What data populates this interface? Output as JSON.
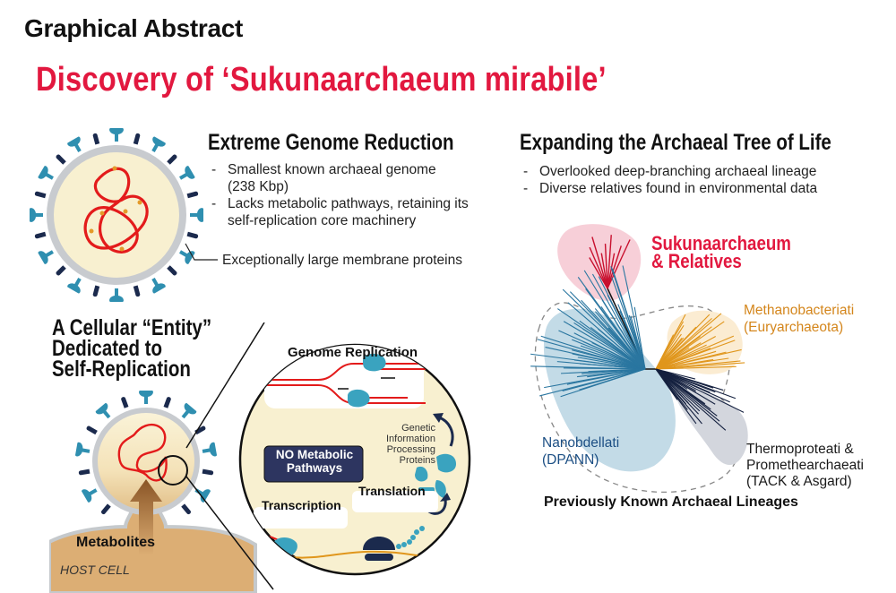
{
  "header": {
    "label": "Graphical Abstract",
    "title": "Discovery of ‘Sukunaarchaeum mirabile’"
  },
  "genome_section": {
    "heading": "Extreme Genome Reduction",
    "bullets": [
      "Smallest known archaeal genome (238 Kbp)",
      "Lacks metabolic pathways, retaining its self-replication core machinery"
    ],
    "bullet_lines": [
      [
        "Smallest known archaeal genome",
        "(238 Kbp)"
      ],
      [
        "Lacks metabolic pathways, retaining its",
        "self-replication core machinery"
      ]
    ],
    "callout": "Exceptionally large membrane proteins"
  },
  "tree_section": {
    "heading": "Expanding the Archaeal Tree of Life",
    "bullets": [
      "Overlooked deep-branching archaeal lineage",
      "Diverse relatives found in environmental data"
    ],
    "clades": {
      "suku": {
        "line1": "Sukunaarchaeum",
        "line2": "& Relatives",
        "color": "#e2183f"
      },
      "metha": {
        "line1": "Methanobacteriati",
        "line2": "(Euryarchaeota)",
        "color": "#d4861c"
      },
      "nano": {
        "line1": "Nanobdellati",
        "line2": "(DPANN)",
        "color": "#1c4f84"
      },
      "thermo": {
        "line1": "Thermoproteati &",
        "line2": "Promethearchaeati",
        "line3": "(TACK & Asgard)",
        "color": "#1a1a1a"
      }
    },
    "footer": "Previously Known Archaeal Lineages"
  },
  "entity_section": {
    "title_lines": [
      "A Cellular “Entity”",
      "Dedicated to",
      "Self-Replication"
    ],
    "zoom": {
      "genome_replication": "Genome Replication",
      "no_metabolic": [
        "NO Metabolic",
        "Pathways"
      ],
      "gip": [
        "Genetic",
        "Information",
        "Processing",
        "Proteins"
      ],
      "translation": "Translation",
      "transcription": "Transcription"
    },
    "metabolites": "Metabolites",
    "host_cell": "HOST CELL"
  },
  "colors": {
    "accent_red": "#e2183f",
    "protein_teal": "#2f8fb0",
    "protein_navy": "#1b2a4d",
    "cytoplasm": "#f8f0d0",
    "host": "#dcae74"
  }
}
